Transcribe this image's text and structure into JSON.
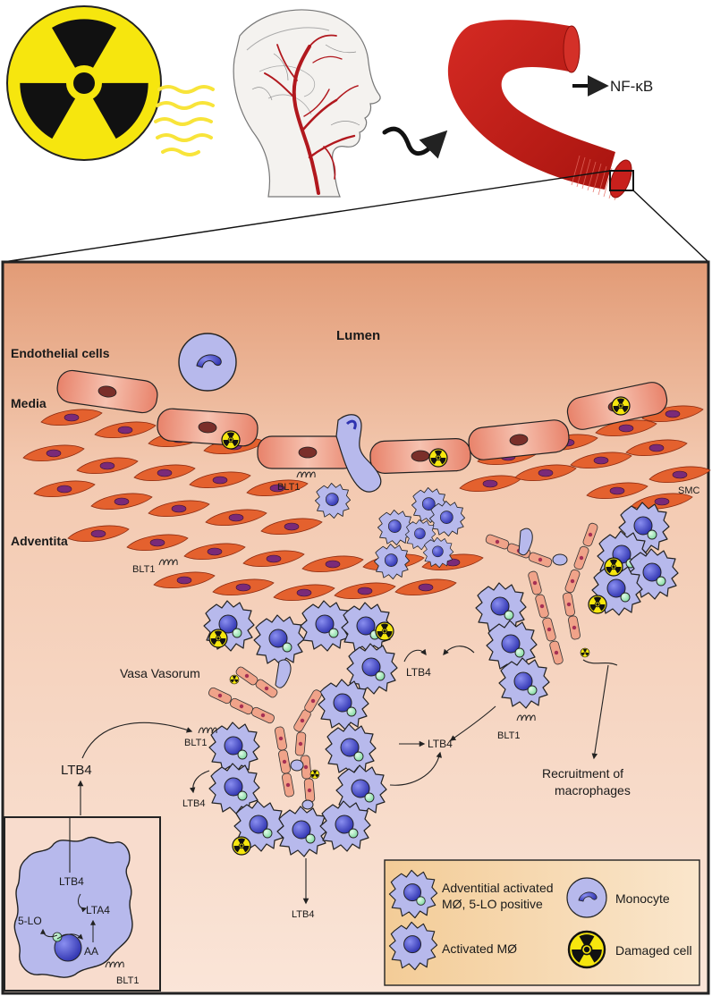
{
  "labels": {
    "nfkb": "NF-κB",
    "lumen": "Lumen",
    "endothelial": "Endothelial cells",
    "media": "Media",
    "adventitia": "Adventita",
    "smc": "SMC",
    "blt1_top": "BLT1",
    "blt1_media": "BLT1",
    "blt1_vasa": "BLT1",
    "blt1_right": "BLT1",
    "blt1_inset": "BLT1",
    "vasa": "Vasa Vasorum",
    "ltb4_upper": "LTB4",
    "ltb4_center": "LTB4",
    "ltb4_left_small": "LTB4",
    "ltb4_bottom": "LTB4",
    "ltb4_left_big": "LTB4",
    "recruit_1": "Recruitment of",
    "recruit_2": "macrophages",
    "inset_ltb4": "LTB4",
    "inset_lta4": "LTA4",
    "inset_5lo": "5-LO",
    "inset_aa": "AA"
  },
  "legend": {
    "adventitial_1": "Adventitial activated",
    "adventitial_2": "MØ, 5-LO positive",
    "monocyte": "Monocyte",
    "activated": "Activated MØ",
    "damaged": "Damaged cell"
  },
  "colors": {
    "radiation_yellow": "#f6e60e",
    "artery_red": "#c8201c",
    "cell_lavender": "#b7b9ec",
    "nucleus_blue": "#4a4fd0",
    "smc_orange": "#e4612e",
    "endothelial": "#e8836a",
    "legend_bg": "#f6d3a4"
  }
}
